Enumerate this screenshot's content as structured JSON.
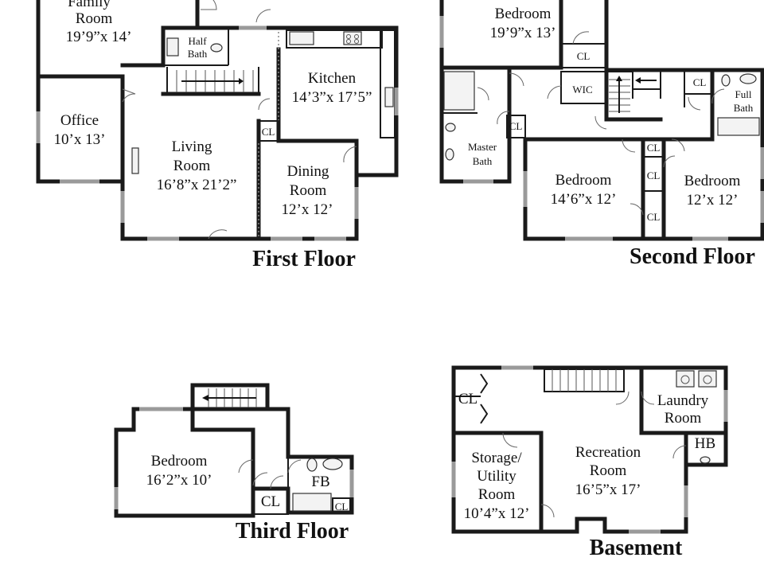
{
  "floors": {
    "first": {
      "title": "First Floor",
      "family_room": {
        "name_1": "Family",
        "name_2": "Room",
        "size": "19’9”x 14’"
      },
      "half_bath": {
        "name_1": "Half",
        "name_2": "Bath"
      },
      "kitchen": {
        "name": "Kitchen",
        "size": "14’3”x 17’5”"
      },
      "office": {
        "name": "Office",
        "size": "10’x 13’"
      },
      "living_room": {
        "name_1": "Living",
        "name_2": "Room",
        "size": "16’8”x 21’2”"
      },
      "dining_room": {
        "name_1": "Dining",
        "name_2": "Room",
        "size": "12’x 12’"
      },
      "closet": "CL"
    },
    "second": {
      "title": "Second Floor",
      "bedroom_top": {
        "name": "Bedroom",
        "size": "19’9”x 13’"
      },
      "closet_top": "CL",
      "wic": "WIC",
      "closet_stair": "CL",
      "full_bath": {
        "name_1": "Full",
        "name_2": "Bath"
      },
      "closet_bath": "CL",
      "master_bath": {
        "name_1": "Master",
        "name_2": "Bath"
      },
      "bedroom_left": {
        "name": "Bedroom",
        "size": "14’6”x 12’"
      },
      "closet_mid_1": "CL",
      "closet_mid_2": "CL",
      "closet_mid_3": "CL",
      "bedroom_right": {
        "name": "Bedroom",
        "size": "12’x 12’"
      }
    },
    "third": {
      "title": "Third Floor",
      "bedroom": {
        "name": "Bedroom",
        "size": "16’2”x 10’"
      },
      "closet": "CL",
      "fb": "FB",
      "closet_small": "CL"
    },
    "basement": {
      "title": "Basement",
      "closet": "CL",
      "laundry": {
        "name_1": "Laundry",
        "name_2": "Room"
      },
      "hb": "HB",
      "storage": {
        "name_1": "Storage/",
        "name_2": "Utility",
        "name_3": "Room",
        "size": "10’4”x 12’"
      },
      "recreation": {
        "name_1": "Recreation",
        "name_2": "Room",
        "size": "16’5”x 17’"
      }
    }
  }
}
